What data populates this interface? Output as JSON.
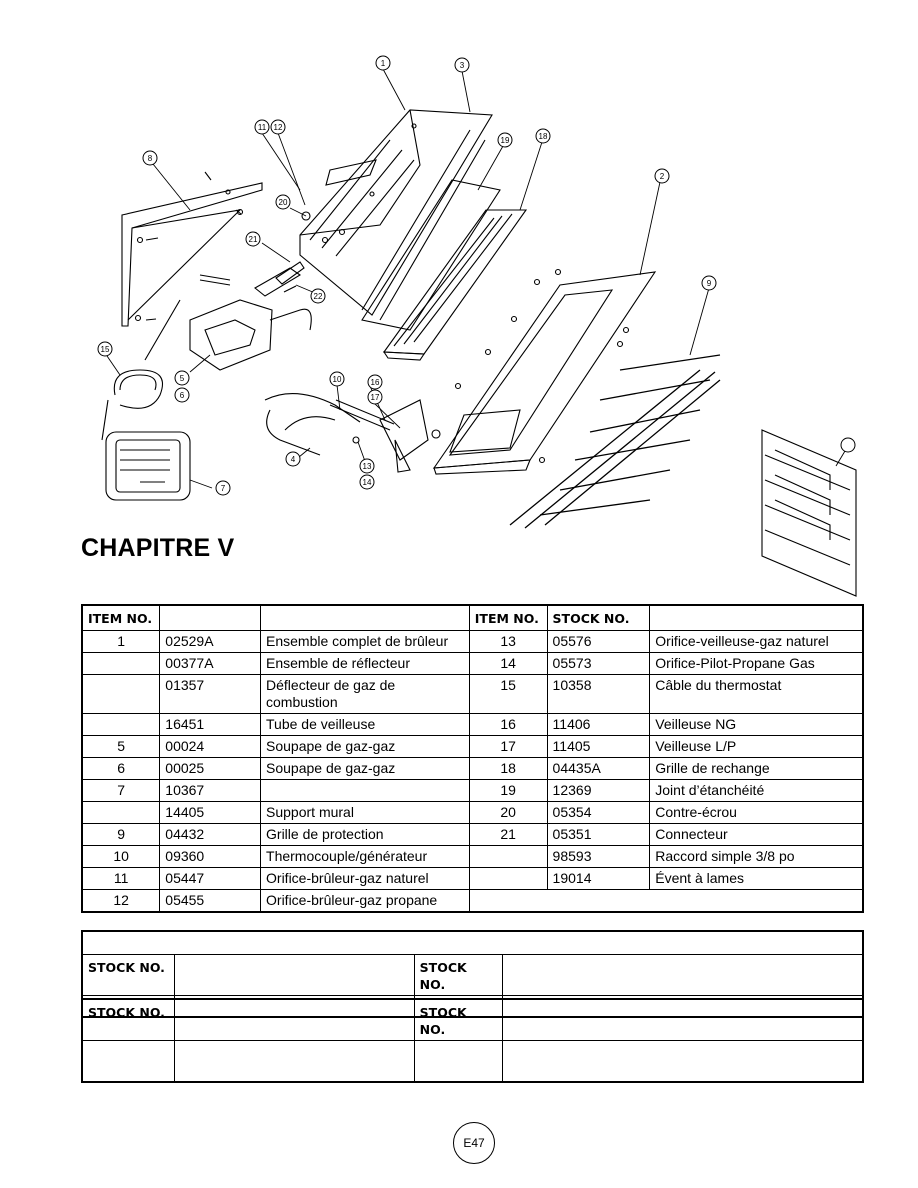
{
  "diagram": {
    "callouts": [
      "1",
      "3",
      "11",
      "12",
      "19",
      "18",
      "8",
      "2",
      "20",
      "21",
      "22",
      "9",
      "15",
      "5",
      "6",
      "10",
      "16",
      "17",
      "4",
      "13",
      "14",
      "7",
      ""
    ]
  },
  "chapter_title": "CHAPITRE V",
  "parts_table": {
    "headers": [
      "ITEM NO.",
      "",
      "",
      "ITEM NO.",
      "STOCK NO.",
      ""
    ],
    "rows": [
      {
        "item_l": "1",
        "stock_l": "02529A",
        "desc_l": "Ensemble complet de brûleur",
        "item_r": "13",
        "stock_r": "05576",
        "desc_r": "Orifice-veilleuse-gaz naturel"
      },
      {
        "item_l": "",
        "stock_l": "00377A",
        "desc_l": "Ensemble de réflecteur",
        "item_r": "14",
        "stock_r": "05573",
        "desc_r": "Orifice-Pilot-Propane Gas"
      },
      {
        "item_l": "",
        "stock_l": "01357",
        "desc_l": "Déflecteur de gaz de combustion",
        "item_r": "15",
        "stock_r": "10358",
        "desc_r": "Câble du thermostat"
      },
      {
        "item_l": "",
        "stock_l": "16451",
        "desc_l": "Tube de veilleuse",
        "item_r": "16",
        "stock_r": "11406",
        "desc_r": "Veilleuse NG"
      },
      {
        "item_l": "5",
        "stock_l": "00024",
        "desc_l": "Soupape de gaz-gaz",
        "item_r": "17",
        "stock_r": "11405",
        "desc_r": "Veilleuse L/P"
      },
      {
        "item_l": "6",
        "stock_l": "00025",
        "desc_l": "Soupape de gaz-gaz",
        "item_r": "18",
        "stock_r": "04435A",
        "desc_r": "Grille de rechange"
      },
      {
        "item_l": "7",
        "stock_l": "10367",
        "desc_l": "",
        "item_r": "19",
        "stock_r": "12369",
        "desc_r": "Joint d’étanchéité"
      },
      {
        "item_l": "",
        "stock_l": "14405",
        "desc_l": "Support mural",
        "item_r": "20",
        "stock_r": "05354",
        "desc_r": "Contre-écrou"
      },
      {
        "item_l": "9",
        "stock_l": "04432",
        "desc_l": "Grille de protection",
        "item_r": "21",
        "stock_r": "05351",
        "desc_r": "Connecteur"
      },
      {
        "item_l": "10",
        "stock_l": "09360",
        "desc_l": "Thermocouple/générateur",
        "item_r": "",
        "stock_r": "98593",
        "desc_r": "Raccord simple 3/8 po"
      },
      {
        "item_l": "11",
        "stock_l": "05447",
        "desc_l": "Orifice-brûleur-gaz naturel",
        "item_r": "",
        "stock_r": "19014",
        "desc_r": "Évent à lames"
      },
      {
        "item_l": "12",
        "stock_l": "05455",
        "desc_l": "Orifice-brûleur-gaz propane"
      }
    ]
  },
  "stock_tables": [
    {
      "headers": [
        "STOCK NO.",
        "",
        "STOCK NO.",
        ""
      ],
      "row": [
        "",
        "",
        "",
        ""
      ]
    },
    {
      "headers": [
        "STOCK NO.",
        "",
        "STOCK NO.",
        ""
      ],
      "row": [
        "",
        "",
        "",
        ""
      ]
    }
  ],
  "page_number": "E47"
}
